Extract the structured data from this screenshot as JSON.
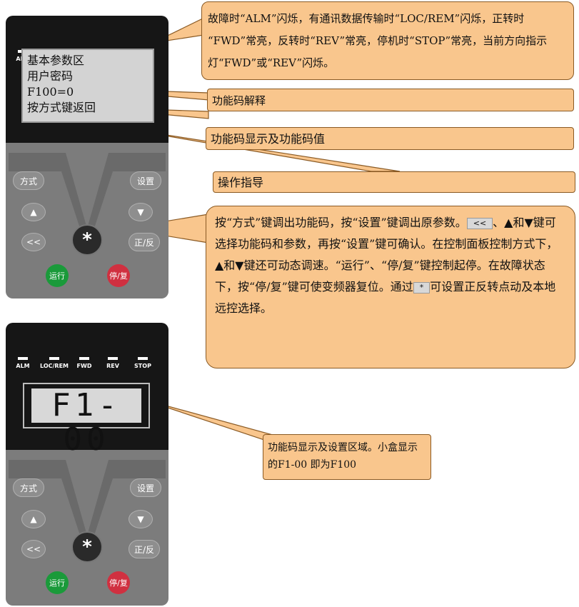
{
  "indicators": [
    "ALM",
    "LOC/REM",
    "FWD",
    "REV",
    "STOP"
  ],
  "lcd_lines": [
    "基本参数区",
    "用户密码",
    "F100=0",
    "按方式键返回"
  ],
  "segment_display": "F1-00",
  "keys": {
    "mode": "方式",
    "set": "设置",
    "up": "▲",
    "down": "▼",
    "shift": "<<",
    "star": "*",
    "fwd_rev": "正/反",
    "run": "运行",
    "stop_reset": "停/复"
  },
  "callouts": {
    "indicators_text": "故障时“ALM”闪烁，有通讯数据传输时“LOC/REM”闪烁，正转时 “FWD”常亮，反转时“REV”常亮，停机时“STOP”常亮，当前方向指示灯“FWD”或“REV”闪烁。",
    "code_explain": "功能码解释",
    "code_display": "功能码显示及功能码值",
    "operation_guide": "操作指导",
    "keys_text_1": "按“方式”键调出功能码，按“设置”键调出原参数。",
    "keys_inline_shift": "<<",
    "keys_text_2": "、▲和▼键可选择功能码和参数，再按“设置”键可确认。在控制面板控制方式下，▲和▼键还可动态调速。“运行”、“停/复”键控制起停。在故障状态下，按“停/复”键可使变频器复位。通过",
    "keys_inline_star": "*",
    "keys_text_3": "可设置正反转点动及本地远控选择。",
    "segment_text": "功能码显示及设置区域。小盒显示的F1-00 即为F100"
  },
  "colors": {
    "callout_fill": "#f9c68d",
    "callout_border": "#8a5a24",
    "run_key": "#1a9a3a",
    "stop_key": "#d03040"
  }
}
